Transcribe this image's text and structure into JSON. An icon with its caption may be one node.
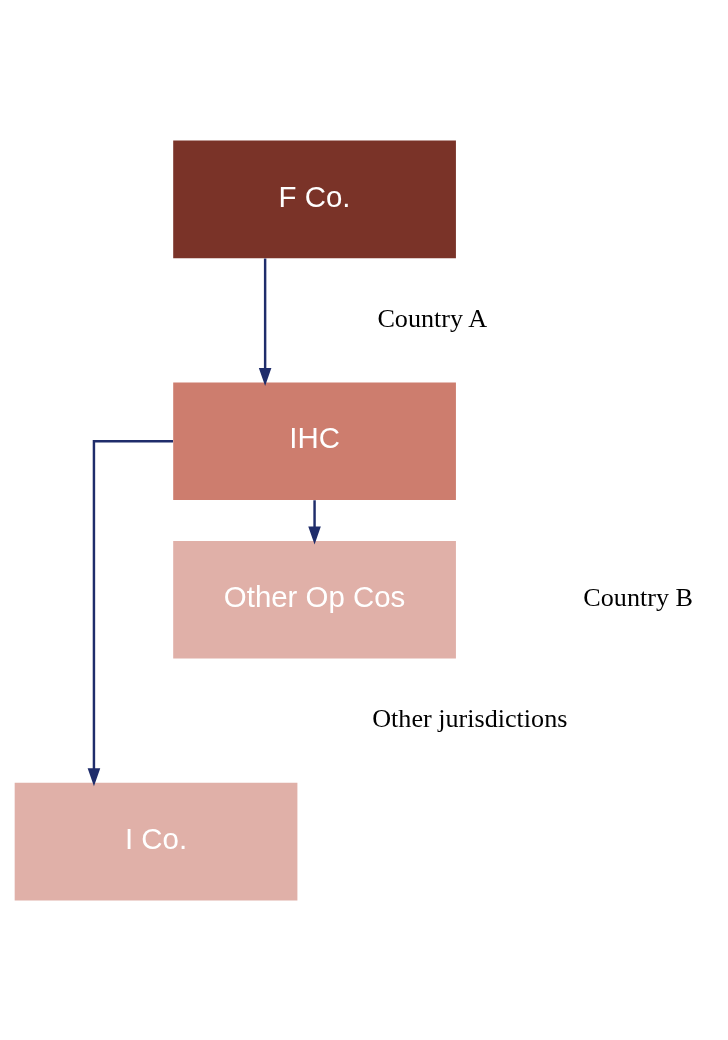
{
  "diagram": {
    "nodes": [
      {
        "text": [
          "F Co."
        ]
      },
      {
        "text": [
          "IHC"
        ]
      },
      {
        "text": [
          "I Co."
        ]
      },
      {
        "text": [
          "Other Op Cos"
        ]
      }
    ],
    "edges": [
      {
        "from": 0,
        "to": 1,
        "arrow": "to"
      },
      {
        "from": 1,
        "to": 2,
        "arrow": "to"
      },
      {
        "from": 1,
        "to": 3,
        "arrow": "to"
      }
    ],
    "labels": [
      "Country A",
      "Country B",
      "Other jurisdictions"
    ]
  }
}
